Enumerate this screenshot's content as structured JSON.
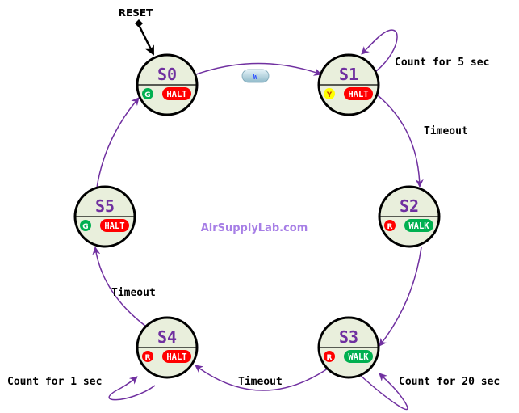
{
  "reset_label": "RESET",
  "watermark": "AirSupplyLab.com",
  "colors": {
    "state_fill": "#e9efdc",
    "state_name": "#7030a0",
    "edge": "#7030a0",
    "red": "#ff0000",
    "green": "#00b050",
    "yellow": "#ffff00"
  },
  "states": [
    {
      "name": "S0",
      "light": "G",
      "light_color": "green",
      "ped": "HALT",
      "ped_color": "red"
    },
    {
      "name": "S1",
      "light": "Y",
      "light_color": "yellow",
      "ped": "HALT",
      "ped_color": "red"
    },
    {
      "name": "S2",
      "light": "R",
      "light_color": "red",
      "ped": "WALK",
      "ped_color": "green"
    },
    {
      "name": "S3",
      "light": "R",
      "light_color": "red",
      "ped": "WALK",
      "ped_color": "green"
    },
    {
      "name": "S4",
      "light": "R",
      "light_color": "red",
      "ped": "HALT",
      "ped_color": "red"
    },
    {
      "name": "S5",
      "light": "G",
      "light_color": "green",
      "ped": "HALT",
      "ped_color": "red"
    }
  ],
  "transitions": [
    {
      "from": "S0",
      "to": "S1",
      "label": "W"
    },
    {
      "from": "S1",
      "to": "S1",
      "label": "Count for 5 sec"
    },
    {
      "from": "S1",
      "to": "S2",
      "label": "Timeout"
    },
    {
      "from": "S2",
      "to": "S3",
      "label": ""
    },
    {
      "from": "S3",
      "to": "S3",
      "label": "Count for 20 sec"
    },
    {
      "from": "S3",
      "to": "S4",
      "label": "Timeout"
    },
    {
      "from": "S4",
      "to": "S4",
      "label": "Count for 1 sec"
    },
    {
      "from": "S4",
      "to": "S5",
      "label": "Timeout"
    },
    {
      "from": "S5",
      "to": "S0",
      "label": ""
    }
  ]
}
